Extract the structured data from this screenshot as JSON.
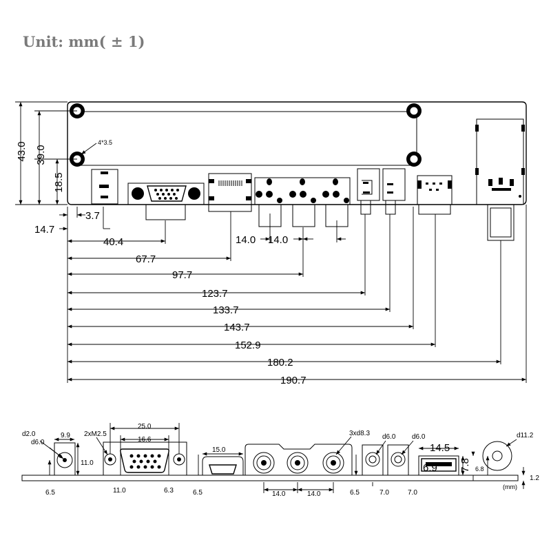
{
  "title": "Unit: mm( ± 1)",
  "top_view": {
    "vertical_dims": [
      "43.0",
      "39.0",
      "18.5"
    ],
    "hole_note": "4*3.5",
    "offset_dims": [
      "14.7",
      "3.7"
    ],
    "pitch_dims": [
      "14.0",
      "14.0"
    ],
    "horizontal_dims": [
      "40.4",
      "67.7",
      "97.7",
      "123.7",
      "133.7",
      "143.7",
      "152.9",
      "180.2",
      "190.7"
    ]
  },
  "side_view": {
    "power_jack": {
      "pin": "d2.0",
      "body": "d6.0",
      "offset": "9.9",
      "height": "11.0",
      "bottom": "6.5"
    },
    "vga": {
      "screws": "2xM2.5",
      "pitch": "25.0",
      "inner": "16.6",
      "height": "11.0",
      "bottom": "6.3"
    },
    "hdmi": {
      "width": "15.0",
      "bottom": "6.5"
    },
    "rca": {
      "note": "3xd8.3",
      "pitch": [
        "14.0",
        "14.0"
      ],
      "bottom": "6.5"
    },
    "audio": [
      {
        "diameter": "d6.0",
        "bottom": "7.0"
      },
      {
        "diameter": "d6.0",
        "bottom": "7.0"
      }
    ],
    "usb": {
      "width": "14.5",
      "inner": "6.9",
      "height": "7.8"
    },
    "round_connector": {
      "diameter": "d11.2",
      "height": "6.8"
    },
    "board_thickness": "1.2",
    "unit": "(mm)"
  }
}
